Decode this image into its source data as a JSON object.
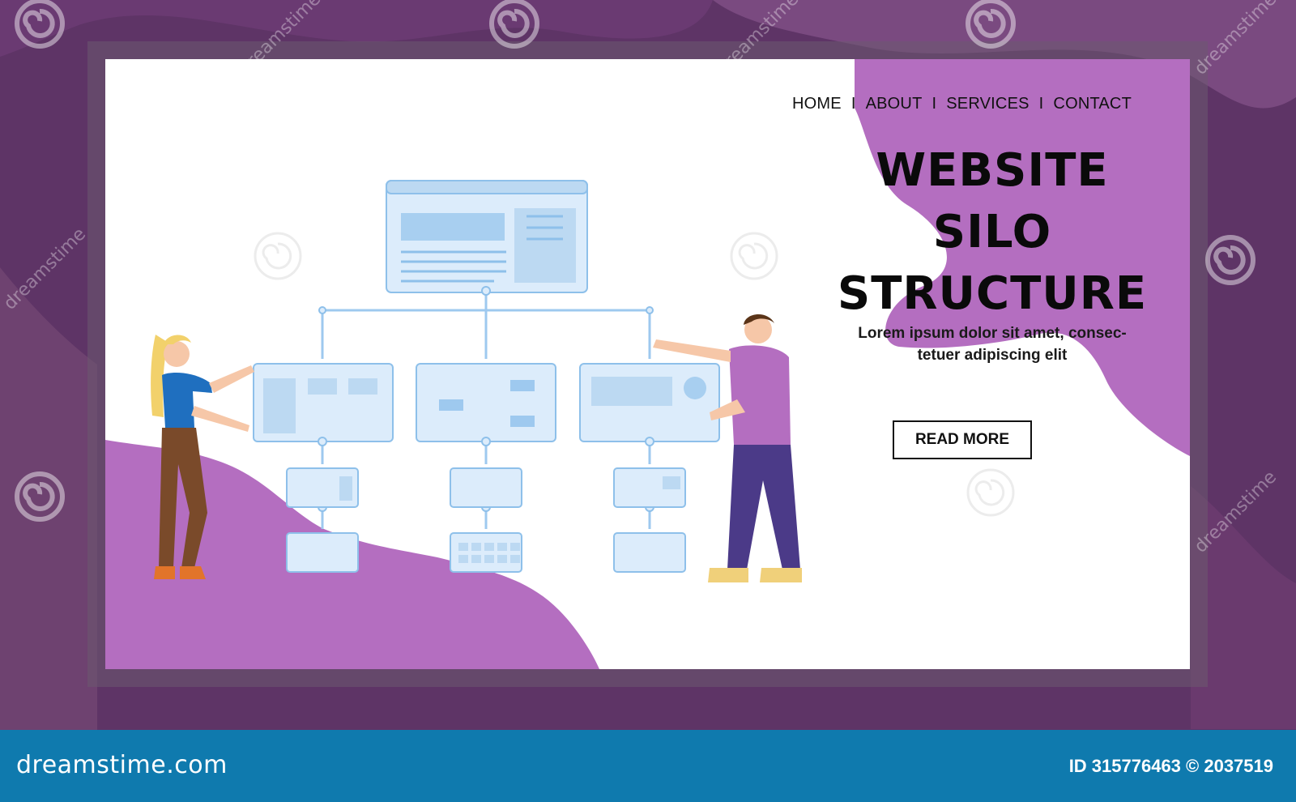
{
  "nav": {
    "items": [
      "HOME",
      "ABOUT",
      "SERVICES",
      "CONTACT"
    ],
    "separator": "I"
  },
  "hero": {
    "title_lines": [
      "WEBSITE",
      "SILO",
      "STRUCTURE"
    ],
    "subtitle_lines": [
      "Lorem ipsum dolor sit amet, consec-",
      "tetuer adipiscing elit"
    ],
    "cta_label": "READ MORE"
  },
  "footer": {
    "brand": "dreamstime.com",
    "image_id": "ID 315776463 © 2037519"
  },
  "watermark": {
    "text": "dreamstime"
  },
  "colors": {
    "background_frame": "#5e3466",
    "accent_purple": "#b46ec0",
    "footer_blue": "#0f7aae",
    "diagram_blue": "#bcd9f2",
    "diagram_stroke": "#8ec0ea"
  },
  "icons": [
    "spiral-watermark-icon",
    "woman-figure",
    "man-figure",
    "sitemap-diagram"
  ]
}
